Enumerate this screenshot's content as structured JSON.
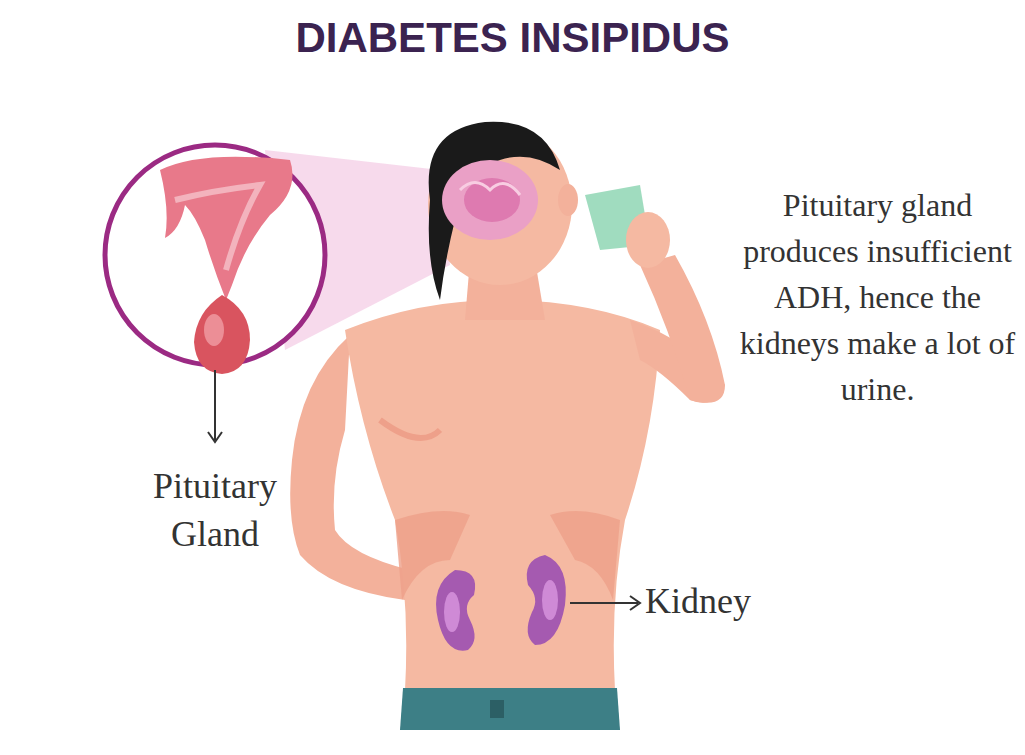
{
  "diagram": {
    "title": "DIABETES INSIPIDUS",
    "labels": [
      "Pituitary Gland",
      "Pituitary gland produces insufficient ADH, hence the kidneys make a lot of urine.",
      "Kidney"
    ]
  }
}
